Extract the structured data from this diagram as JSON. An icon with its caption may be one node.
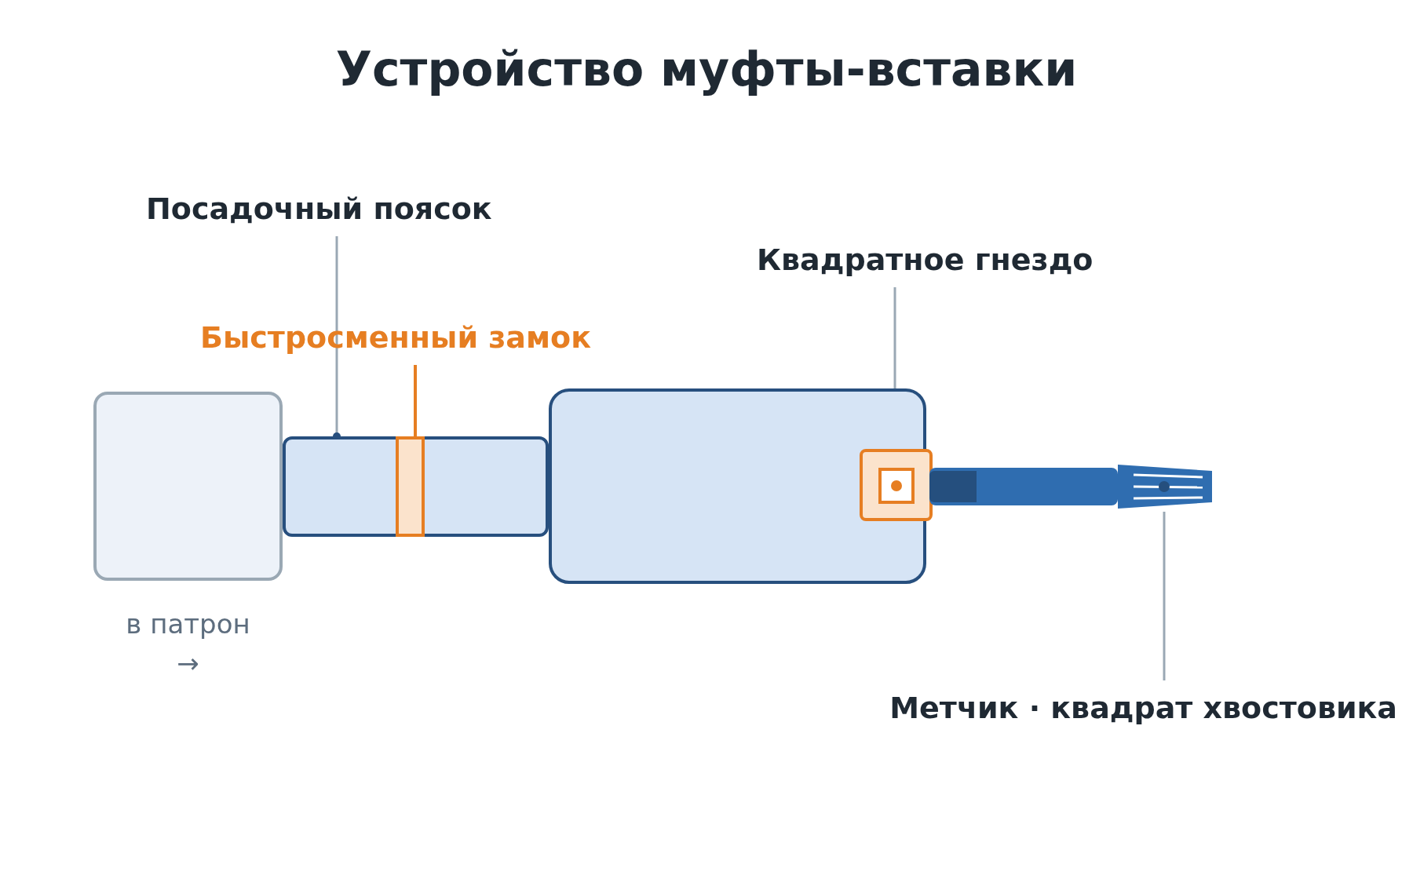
{
  "diagram": {
    "title": "Устройство муфты-вставки",
    "nodes": [
      {
        "text": [
          "Посадочный поясок"
        ]
      },
      {
        "text": [
          "Квадратное гнездо"
        ]
      },
      {
        "text": [
          "Быстросменный замок"
        ]
      },
      {
        "text": [],
        "shape": "box",
        "beside": [
          "в патрон →"
        ]
      },
      {
        "text": [],
        "shape": "box"
      },
      {
        "text": [],
        "shape": "bar",
        "in": 4
      },
      {
        "text": [],
        "shape": "box"
      },
      {
        "text": [],
        "shape": "box"
      },
      {
        "text": [],
        "shape": "bar"
      },
      {
        "text": [],
        "shape": "cone"
      },
      {
        "text": [
          "Метчик · квадрат хвостовика"
        ]
      }
    ],
    "edges": [
      {
        "from": 0,
        "to": 4,
        "arrow": "other"
      },
      {
        "from": 1,
        "to": 7,
        "arrow": "none"
      },
      {
        "from": 2,
        "to": 5,
        "arrow": "none",
        "color": "#e67e22"
      },
      {
        "from": 10,
        "to": 9,
        "arrow": "none"
      }
    ]
  }
}
